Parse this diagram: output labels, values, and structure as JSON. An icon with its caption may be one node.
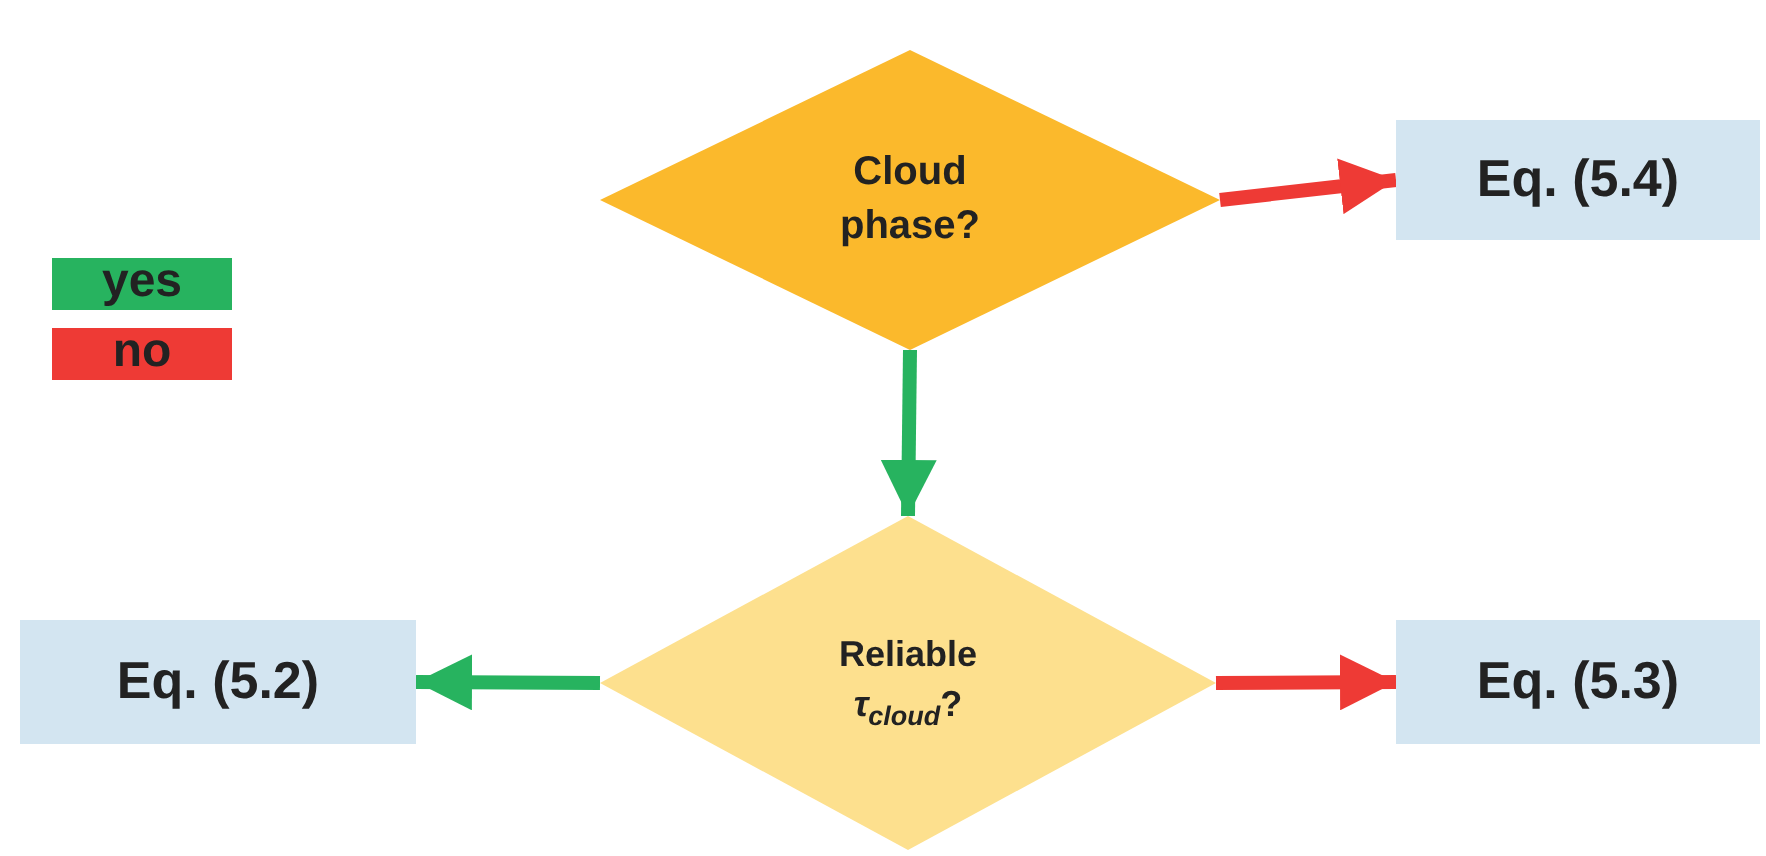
{
  "diagram": {
    "nodes": [
      {
        "text": [
          "Cloud phase?"
        ]
      },
      {
        "text": [
          "Eq. (5.4)"
        ]
      },
      {
        "text": [
          "Reliable *τ*$_{cloud}$?"
        ]
      },
      {
        "text": [
          "Eq. (5.2)"
        ]
      },
      {
        "text": [
          "Eq. (5.3)"
        ]
      }
    ],
    "edges": [
      {
        "from": 0,
        "to": 1,
        "arrow": "to",
        "color": "#ee3a35"
      },
      {
        "from": 0,
        "to": 2,
        "arrow": "to",
        "color": "#27b35f"
      },
      {
        "from": 2,
        "to": 3,
        "arrow": "to",
        "color": "#27b35f"
      },
      {
        "from": 2,
        "to": 4,
        "arrow": "to",
        "color": "#ee3a35"
      }
    ],
    "legend": [
      {
        "text": "yes",
        "color": "#27b35f"
      },
      {
        "text": "no",
        "color": "#ee3a35"
      }
    ]
  }
}
